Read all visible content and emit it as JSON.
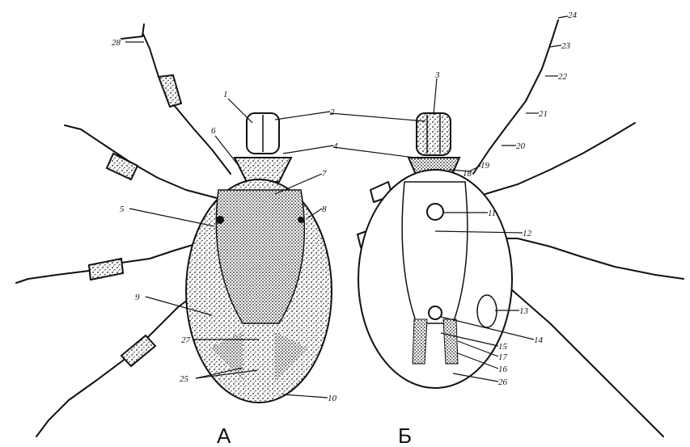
{
  "panels": [
    {
      "id": "dorsal",
      "label": "А"
    },
    {
      "id": "ventral",
      "label": "Б"
    }
  ],
  "callouts": {
    "dorsal": [
      "1",
      "2",
      "4",
      "5",
      "6",
      "7",
      "8",
      "9",
      "10",
      "25",
      "27",
      "28"
    ],
    "ventral": [
      "3",
      "11",
      "12",
      "13",
      "14",
      "15",
      "16",
      "17",
      "18",
      "19",
      "20",
      "21",
      "22",
      "23",
      "24",
      "26"
    ]
  },
  "colors": {
    "ink": "#111111",
    "paper": "#ffffff"
  }
}
